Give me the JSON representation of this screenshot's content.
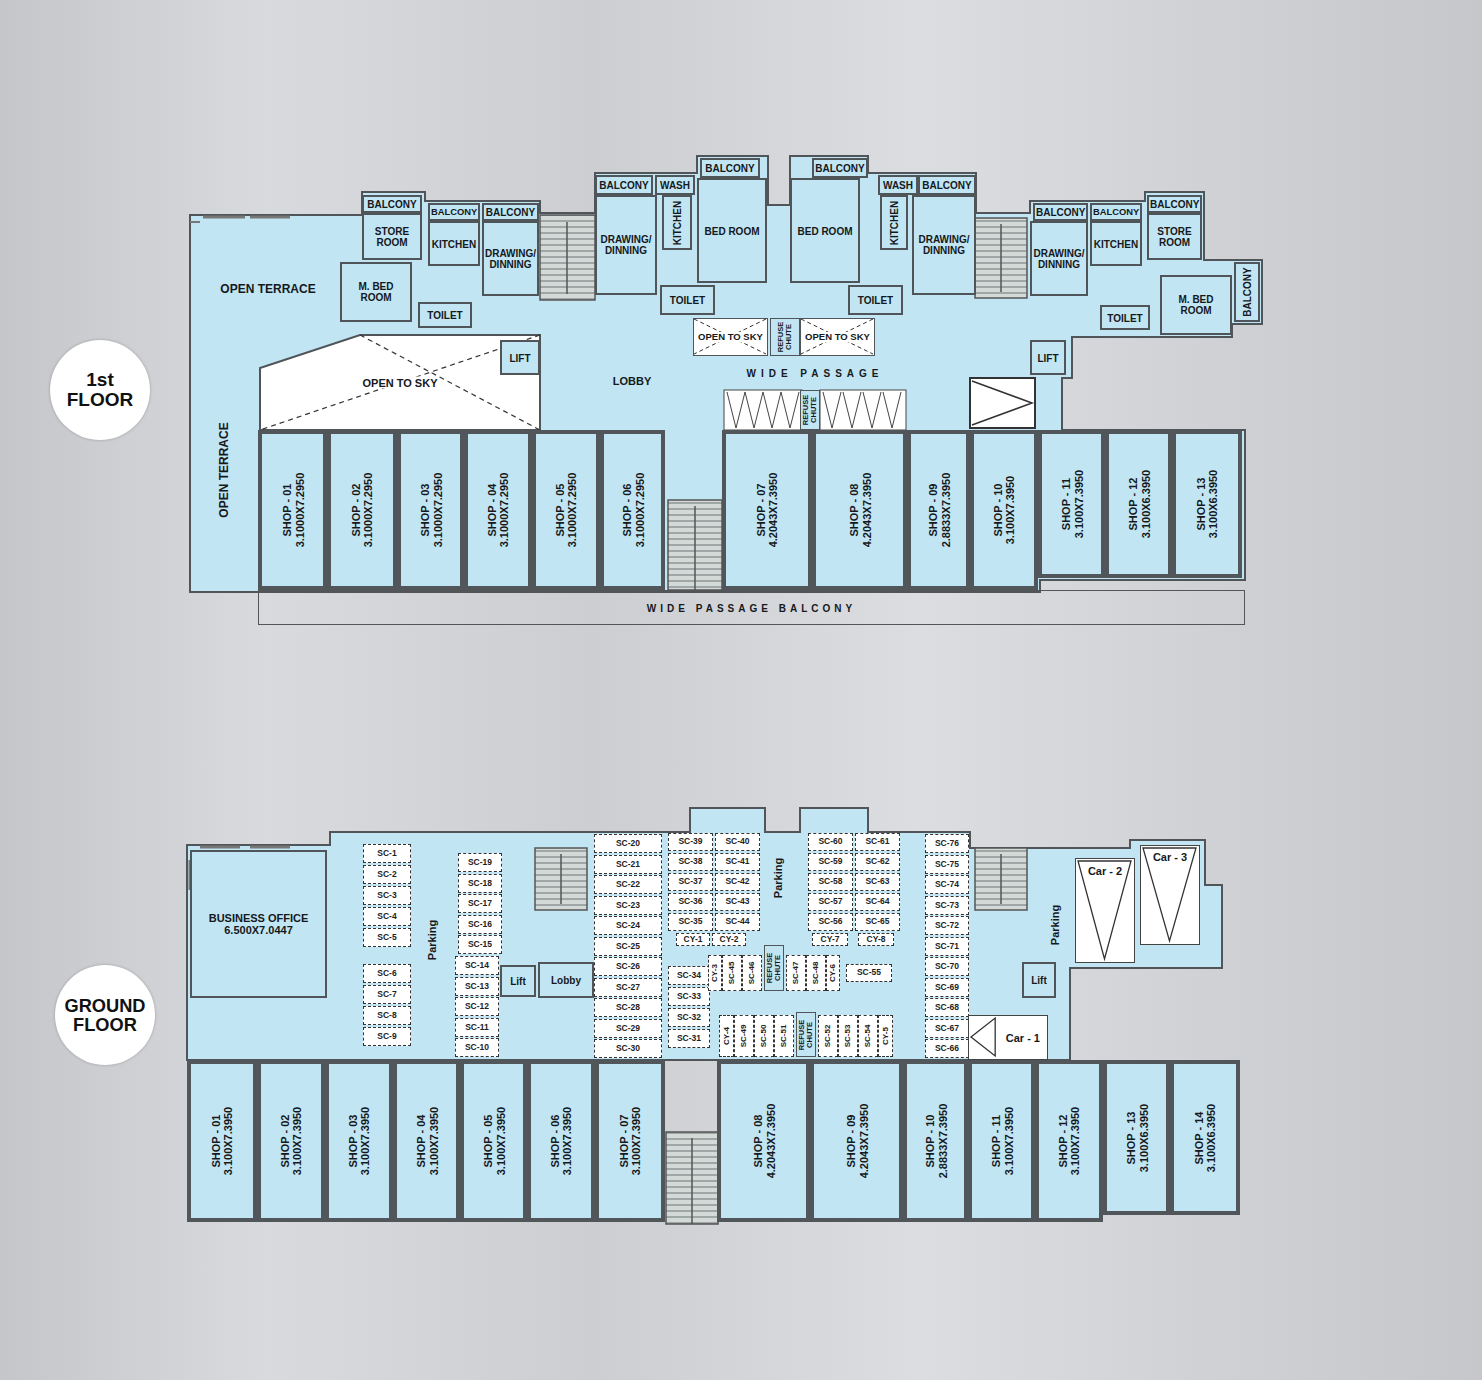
{
  "diagram": {
    "nodes": [
      {
        "text": [
          "1st FLOOR"
        ]
      },
      {
        "text": [
          "BALCONY"
        ]
      },
      {
        "text": [
          "STORE ROOM"
        ]
      },
      {
        "text": [
          "BALCONY"
        ]
      },
      {
        "text": [
          "BALCONY"
        ]
      },
      {
        "text": [
          "KITCHEN"
        ]
      },
      {
        "text": [
          "DRAWING/ DINNING"
        ]
      },
      {
        "text": [
          "M. BED ROOM"
        ]
      },
      {
        "text": [
          "TOILET"
        ]
      },
      {
        "text": [
          "OPEN TO SKY"
        ]
      },
      {
        "text": [
          "LIFT"
        ]
      },
      {
        "text": [
          "BALCONY"
        ]
      },
      {
        "text": [
          "WASH"
        ]
      },
      {
        "text": [
          "BALCONY"
        ]
      },
      {
        "text": [
          "DRAWING/ DINNING"
        ]
      },
      {
        "text": [
          "KITCHEN"
        ]
      },
      {
        "text": [
          "BED ROOM"
        ]
      },
      {
        "text": [
          "TOILET"
        ]
      },
      {
        "text": [
          "BALCONY"
        ]
      },
      {
        "text": [
          "WASH"
        ]
      },
      {
        "text": [
          "BALCONY"
        ]
      },
      {
        "text": [
          "BED ROOM"
        ]
      },
      {
        "text": [
          "KITCHEN"
        ]
      },
      {
        "text": [
          "DRAWING/ DINNING"
        ]
      },
      {
        "text": [
          "TOILET"
        ]
      },
      {
        "text": [
          "OPEN TO SKY"
        ]
      },
      {
        "text": [
          "REFUSE CHUTE"
        ]
      },
      {
        "text": [
          "OPEN TO SKY"
        ]
      },
      {
        "text": [
          "REFUSE CHUTE"
        ]
      },
      {
        "text": [
          "BALCONY"
        ]
      },
      {
        "text": [
          "BALCONY"
        ]
      },
      {
        "text": [
          "BALCONY"
        ]
      },
      {
        "text": [
          "STORE ROOM"
        ]
      },
      {
        "text": [
          "DRAWING/ DINNING"
        ]
      },
      {
        "text": [
          "KITCHEN"
        ]
      },
      {
        "text": [
          "M. BED ROOM"
        ]
      },
      {
        "text": [
          "BALCONY"
        ]
      },
      {
        "text": [
          "TOILET"
        ]
      },
      {
        "text": [
          "LIFT"
        ]
      },
      {
        "text": [
          "SHOP - 01",
          "3.1000X7.2950"
        ]
      },
      {
        "text": [
          "SHOP - 02",
          "3.1000X7.2950"
        ]
      },
      {
        "text": [
          "SHOP - 03",
          "3.1000X7.2950"
        ]
      },
      {
        "text": [
          "SHOP - 04",
          "3.1000X7.2950"
        ]
      },
      {
        "text": [
          "SHOP - 05",
          "3.1000X7.2950"
        ]
      },
      {
        "text": [
          "SHOP - 06",
          "3.1000X7.2950"
        ]
      },
      {
        "text": [
          "SHOP - 07",
          "4.2043X7.3950"
        ]
      },
      {
        "text": [
          "SHOP - 08",
          "4.2043X7.3950"
        ]
      },
      {
        "text": [
          "SHOP - 09",
          "2.8833X7.3950"
        ]
      },
      {
        "text": [
          "SHOP - 10",
          "3.100X7.3950"
        ]
      },
      {
        "text": [
          "SHOP - 11",
          "3.100X7.3950"
        ]
      },
      {
        "text": [
          "SHOP - 12",
          "3.100X6.3950"
        ]
      },
      {
        "text": [
          "SHOP - 13",
          "3.100X6.3950"
        ]
      },
      {
        "text": [
          "WIDE PASSAGE BALCONY"
        ]
      },
      {
        "text": [
          "GROUND FLOOR"
        ]
      },
      {
        "text": [
          "BUSINESS OFFICE",
          "6.500X7.0447"
        ]
      },
      {
        "text": [
          "SC-1"
        ]
      },
      {
        "text": [
          "SC-2"
        ]
      },
      {
        "text": [
          "SC-3"
        ]
      },
      {
        "text": [
          "SC-4"
        ]
      },
      {
        "text": [
          "SC-5"
        ]
      },
      {
        "text": [
          "SC-6"
        ]
      },
      {
        "text": [
          "SC-7"
        ]
      },
      {
        "text": [
          "SC-8"
        ]
      },
      {
        "text": [
          "SC-9"
        ]
      },
      {
        "text": [
          "SC-19"
        ]
      },
      {
        "text": [
          "SC-18"
        ]
      },
      {
        "text": [
          "SC-17"
        ]
      },
      {
        "text": [
          "SC-16"
        ]
      },
      {
        "text": [
          "SC-15"
        ]
      },
      {
        "text": [
          "SC-14"
        ]
      },
      {
        "text": [
          "SC-13"
        ]
      },
      {
        "text": [
          "SC-12"
        ]
      },
      {
        "text": [
          "SC-11"
        ]
      },
      {
        "text": [
          "SC-10"
        ]
      },
      {
        "text": [
          "Lift"
        ]
      },
      {
        "text": [
          "Lobby"
        ]
      },
      {
        "text": [
          "SC-20"
        ]
      },
      {
        "text": [
          "SC-21"
        ]
      },
      {
        "text": [
          "SC-22"
        ]
      },
      {
        "text": [
          "SC-23"
        ]
      },
      {
        "text": [
          "SC-24"
        ]
      },
      {
        "text": [
          "SC-25"
        ]
      },
      {
        "text": [
          "SC-26"
        ]
      },
      {
        "text": [
          "SC-27"
        ]
      },
      {
        "text": [
          "SC-28"
        ]
      },
      {
        "text": [
          "SC-29"
        ]
      },
      {
        "text": [
          "SC-30"
        ]
      },
      {
        "text": [
          "SC-39"
        ]
      },
      {
        "text": [
          "SC-38"
        ]
      },
      {
        "text": [
          "SC-37"
        ]
      },
      {
        "text": [
          "SC-36"
        ]
      },
      {
        "text": [
          "SC-35"
        ]
      },
      {
        "text": [
          "SC-40"
        ]
      },
      {
        "text": [
          "SC-41"
        ]
      },
      {
        "text": [
          "SC-42"
        ]
      },
      {
        "text": [
          "SC-43"
        ]
      },
      {
        "text": [
          "SC-44"
        ]
      },
      {
        "text": [
          "CY-1"
        ]
      },
      {
        "text": [
          "CY-2"
        ]
      },
      {
        "text": [
          "SC-34"
        ]
      },
      {
        "text": [
          "SC-33"
        ]
      },
      {
        "text": [
          "SC-32"
        ]
      },
      {
        "text": [
          "SC-31"
        ]
      },
      {
        "text": [
          "CY-3"
        ]
      },
      {
        "text": [
          "SC-45"
        ]
      },
      {
        "text": [
          "SC-46"
        ]
      },
      {
        "text": [
          "REFUSE CHUTE"
        ]
      },
      {
        "text": [
          "SC-47"
        ]
      },
      {
        "text": [
          "SC-48"
        ]
      },
      {
        "text": [
          "CY-6"
        ]
      },
      {
        "text": [
          "SC-55"
        ]
      },
      {
        "text": [
          "CY-4"
        ]
      },
      {
        "text": [
          "SC-49"
        ]
      },
      {
        "text": [
          "SC-50"
        ]
      },
      {
        "text": [
          "SC-51"
        ]
      },
      {
        "text": [
          "REFUSE CHUTE"
        ]
      },
      {
        "text": [
          "SC-52"
        ]
      },
      {
        "text": [
          "SC-53"
        ]
      },
      {
        "text": [
          "SC-54"
        ]
      },
      {
        "text": [
          "CY-5"
        ]
      },
      {
        "text": [
          "SC-60"
        ]
      },
      {
        "text": [
          "SC-59"
        ]
      },
      {
        "text": [
          "SC-58"
        ]
      },
      {
        "text": [
          "SC-57"
        ]
      },
      {
        "text": [
          "SC-56"
        ]
      },
      {
        "text": [
          "SC-61"
        ]
      },
      {
        "text": [
          "SC-62"
        ]
      },
      {
        "text": [
          "SC-63"
        ]
      },
      {
        "text": [
          "SC-64"
        ]
      },
      {
        "text": [
          "SC-65"
        ]
      },
      {
        "text": [
          "CY-7"
        ]
      },
      {
        "text": [
          "CY-8"
        ]
      },
      {
        "text": [
          "SC-76"
        ]
      },
      {
        "text": [
          "SC-75"
        ]
      },
      {
        "text": [
          "SC-74"
        ]
      },
      {
        "text": [
          "SC-73"
        ]
      },
      {
        "text": [
          "SC-72"
        ]
      },
      {
        "text": [
          "SC-71"
        ]
      },
      {
        "text": [
          "SC-70"
        ]
      },
      {
        "text": [
          "SC-69"
        ]
      },
      {
        "text": [
          "SC-68"
        ]
      },
      {
        "text": [
          "SC-67"
        ]
      },
      {
        "text": [
          "SC-66"
        ]
      },
      {
        "text": [
          "Lift"
        ]
      },
      {
        "text": [
          "Car - 2"
        ]
      },
      {
        "text": [
          "Car - 3"
        ]
      },
      {
        "text": [
          "Car - 1"
        ]
      },
      {
        "text": [
          "SHOP - 01",
          "3.100X7.3950"
        ]
      },
      {
        "text": [
          "SHOP - 02",
          "3.100X7.3950"
        ]
      },
      {
        "text": [
          "SHOP - 03",
          "3.100X7.3950"
        ]
      },
      {
        "text": [
          "SHOP - 04",
          "3.100X7.3950"
        ]
      },
      {
        "text": [
          "SHOP - 05",
          "3.100X7.3950"
        ]
      },
      {
        "text": [
          "SHOP - 06",
          "3.100X7.3950"
        ]
      },
      {
        "text": [
          "SHOP - 07",
          "3.100X7.3950"
        ]
      },
      {
        "text": [
          "SHOP - 08",
          "4.2043X7.3950"
        ]
      },
      {
        "text": [
          "SHOP - 09",
          "4.2043X7.3950"
        ]
      },
      {
        "text": [
          "SHOP - 10",
          "2.8833X7.3950"
        ]
      },
      {
        "text": [
          "SHOP - 11",
          "3.100X7.3950"
        ]
      },
      {
        "text": [
          "SHOP - 12",
          "3.100X7.3950"
        ]
      },
      {
        "text": [
          "SHOP - 13",
          "3.100X6.3950"
        ]
      },
      {
        "text": [
          "SHOP - 14",
          "3.100X6.3950"
        ]
      }
    ],
    "labels": [
      "OPEN TERRACE",
      "OPEN TERRACE",
      "LOBBY",
      "WIDE PASSAGE",
      "Parking",
      "Parking",
      "Parking"
    ]
  }
}
